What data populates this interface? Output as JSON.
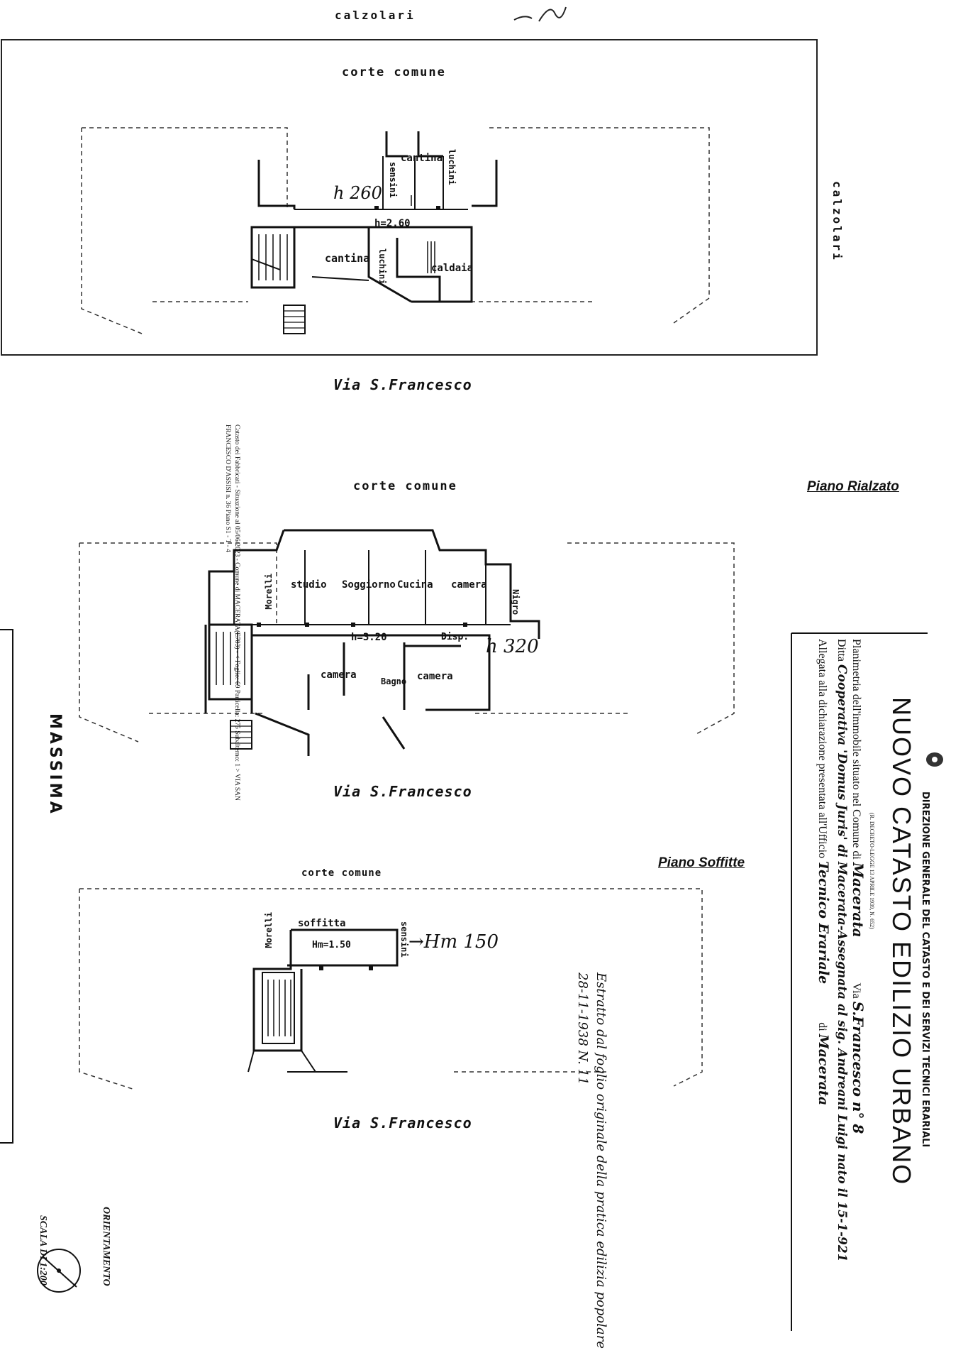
{
  "top_street": "calzolari",
  "right_street": "calzolari",
  "plan1": {
    "court": "corte comune",
    "street": "Via S.Francesco",
    "height_label": "h=2.60",
    "hand_height": "h 260",
    "rooms": [
      "cantina",
      "cantina",
      "caldaia"
    ],
    "vertical_labels": [
      "sensini",
      "luchini",
      "luchini"
    ]
  },
  "plan2": {
    "title": "Piano Rialzato",
    "court": "corte comune",
    "street": "Via S.Francesco",
    "height_label": "h=3.20",
    "hand_height": "h 320",
    "rooms": [
      "studio",
      "Soggiorno",
      "Cucina",
      "camera",
      "camera",
      "Bagno",
      "camera",
      "Disp."
    ],
    "vertical_labels": [
      "Morelli",
      "Nigro"
    ]
  },
  "plan3": {
    "title": "Piano Soffitte",
    "court": "corte comune",
    "street": "Via S.Francesco",
    "room": "soffitta",
    "height_label": "Hm=1.50",
    "hand_height": "→Hm 150",
    "vertical_labels": [
      "Morelli",
      "sensini"
    ]
  },
  "stamp_text": "Catasto dei Fabbricati - Situazione al 05/06/2023 - Comune di MACERATA(E783) - < Foglio: 69 Particella: 275 Subalterno: 1 > VIA SAN FRANCESCO D'ASSISI n. 36 Piano S1 - T - 4",
  "form": {
    "ministry": "DIREZIONE GENERALE DEL CATASTO E DEI SERVIZI TECNICI ERARIALI",
    "title": "NUOVO CATASTO EDILIZIO URBANO",
    "decree": "(R. DECRETO-LEGGE 13 APRILE 1939, N. 652)",
    "line1_prefix": "Planimetria dell'immobile situato nel Comune di",
    "comune": "Macerata",
    "via_prefix": "Via",
    "via": "S.Francesco n° 8",
    "line2_prefix": "Ditta",
    "ditta": "Cooperativa 'Domus Juris' di Macerata-Assegnata al sig. Andreani Luigi nato il 15-1-921",
    "line3_prefix": "Allegata alla dichiarazione presentata all'Ufficio",
    "ufficio": "Tecnico Erariale",
    "di": "di",
    "ufficio_city": "Macerata"
  },
  "handwritten_note": "Estratto dal foglio originale della pratica edilizia popolare 28-11-1938 N. 11",
  "orientamento": "ORIENTAMENTO",
  "scala": "SCALA DI 1:200",
  "left_margin": "MASSIMA"
}
